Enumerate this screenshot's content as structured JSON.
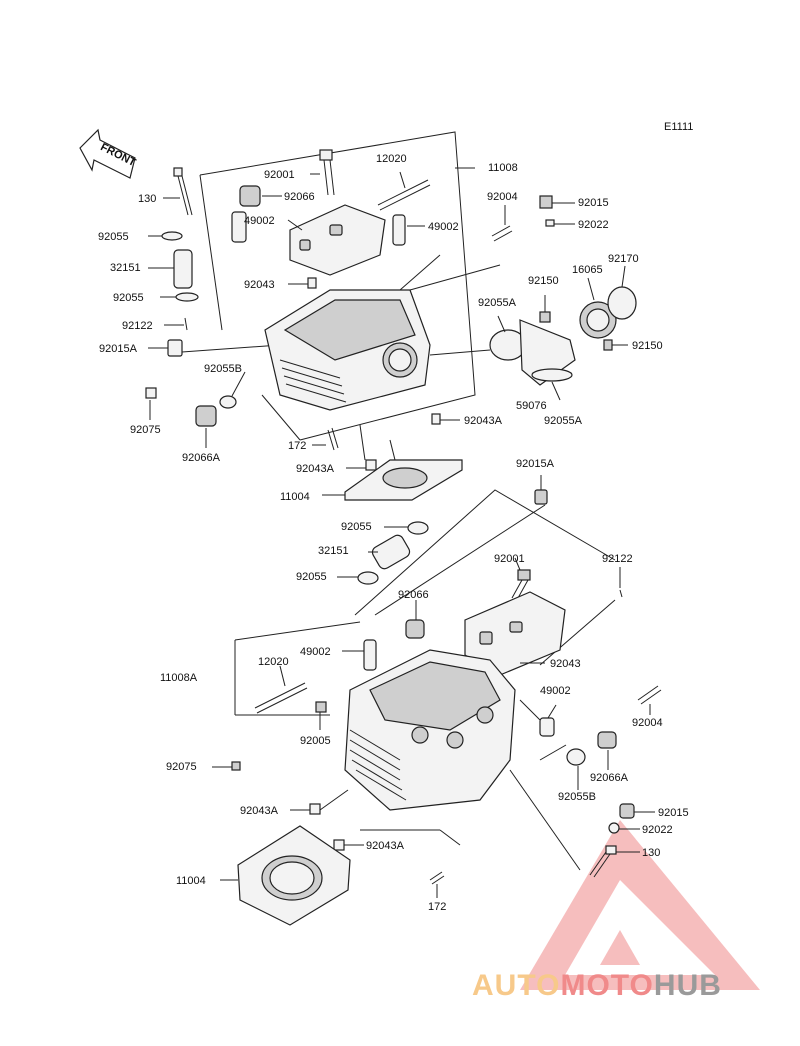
{
  "figure_code": "E1111",
  "front_label": "FRONT",
  "labels": {
    "l130_top": "130",
    "l92055_a": "92055",
    "l32151_top": "32151",
    "l92055_b": "92055",
    "l92122_top": "92122",
    "l92015A_left": "92015A",
    "l92055B_top": "92055B",
    "l92075_top": "92075",
    "l92066A_left": "92066A",
    "l92001_top": "92001",
    "l92066_top": "92066",
    "l49002_top_left": "49002",
    "l92043_top": "92043",
    "l12020_top": "12020",
    "l11008": "11008",
    "l49002_top_right": "49002",
    "l92004_top": "92004",
    "l92015_top": "92015",
    "l92022_top": "92022",
    "l92150_a": "92150",
    "l16065": "16065",
    "l92170": "92170",
    "l92055A_mid": "92055A",
    "l92150_b": "92150",
    "l59076": "59076",
    "l92055A_low": "92055A",
    "l92043A_top": "92043A",
    "l172_top": "172",
    "l92043A_mid": "92043A",
    "l11004_top": "11004",
    "l92015A_mid": "92015A",
    "l92055_c": "92055",
    "l32151_low": "32151",
    "l92055_d": "92055",
    "l92001_low": "92001",
    "l92122_low": "92122",
    "l92066_low": "92066",
    "l49002_low_left": "49002",
    "l11008A": "11008A",
    "l12020_low": "12020",
    "l92043_low": "92043",
    "l49002_low_right": "49002",
    "l92005": "92005",
    "l92004_low": "92004",
    "l92075_low": "92075",
    "l92066A_low": "92066A",
    "l92055B_low": "92055B",
    "l92043A_low_left": "92043A",
    "l92043A_low": "92043A",
    "l92015_low": "92015",
    "l92022_low": "92022",
    "l130_low": "130",
    "l11004_low": "11004",
    "l172_low": "172"
  },
  "watermark": {
    "part1": "AUTO",
    "part2": "MOTO",
    "part3": "HUB",
    "color_light": "#f7c98a",
    "color_red": "#f08a8a",
    "color_dark": "#9a9a9a"
  }
}
